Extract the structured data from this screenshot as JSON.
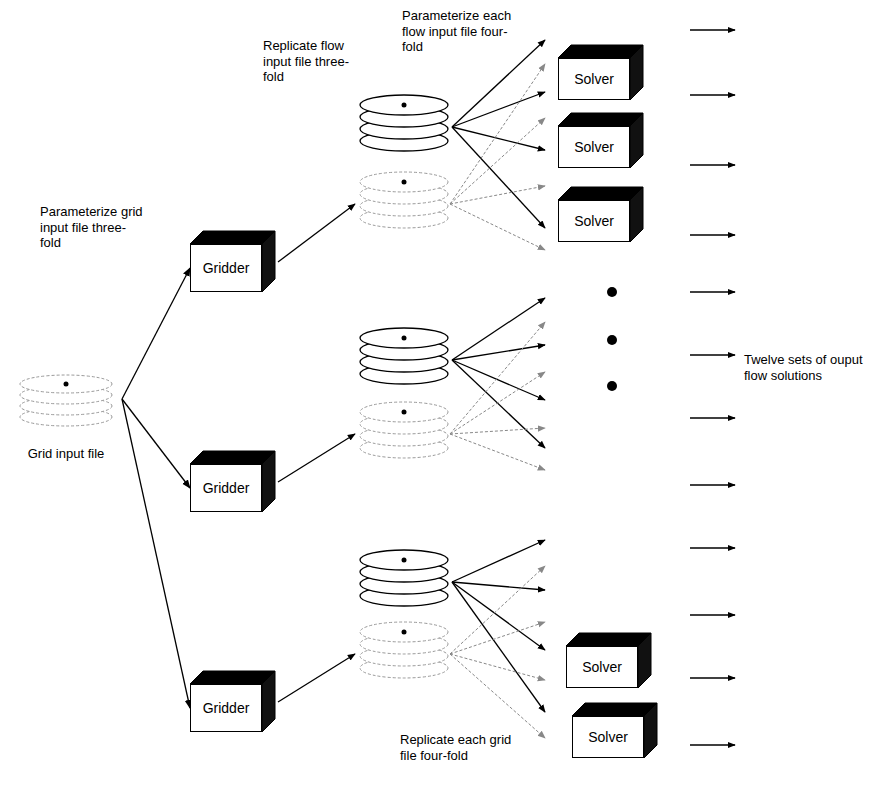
{
  "diagram": {
    "nodes": [
      {
        "text": [
          "Grid input file"
        ]
      },
      {
        "text": [
          "Gridder"
        ]
      },
      {
        "text": [
          "Gridder"
        ]
      },
      {
        "text": [
          "Gridder"
        ]
      },
      {
        "text": [
          "Solver"
        ]
      },
      {
        "text": [
          "Solver"
        ]
      },
      {
        "text": [
          "Solver"
        ]
      },
      {
        "text": [
          "Solver"
        ]
      },
      {
        "text": [
          "Solver"
        ]
      }
    ],
    "edges": [
      {
        "from": 0,
        "to": 1,
        "arrow": "to"
      },
      {
        "from": 0,
        "to": 2,
        "arrow": "to"
      },
      {
        "from": 0,
        "to": 3,
        "arrow": "to"
      }
    ],
    "labels": [
      "Parameterize each flow input file four-fold",
      "Replicate flow input file three-fold",
      "Parameterize grid input file three-fold",
      "Twelve sets of ouput flow solutions",
      "Replicate each grid file four-fold"
    ]
  }
}
